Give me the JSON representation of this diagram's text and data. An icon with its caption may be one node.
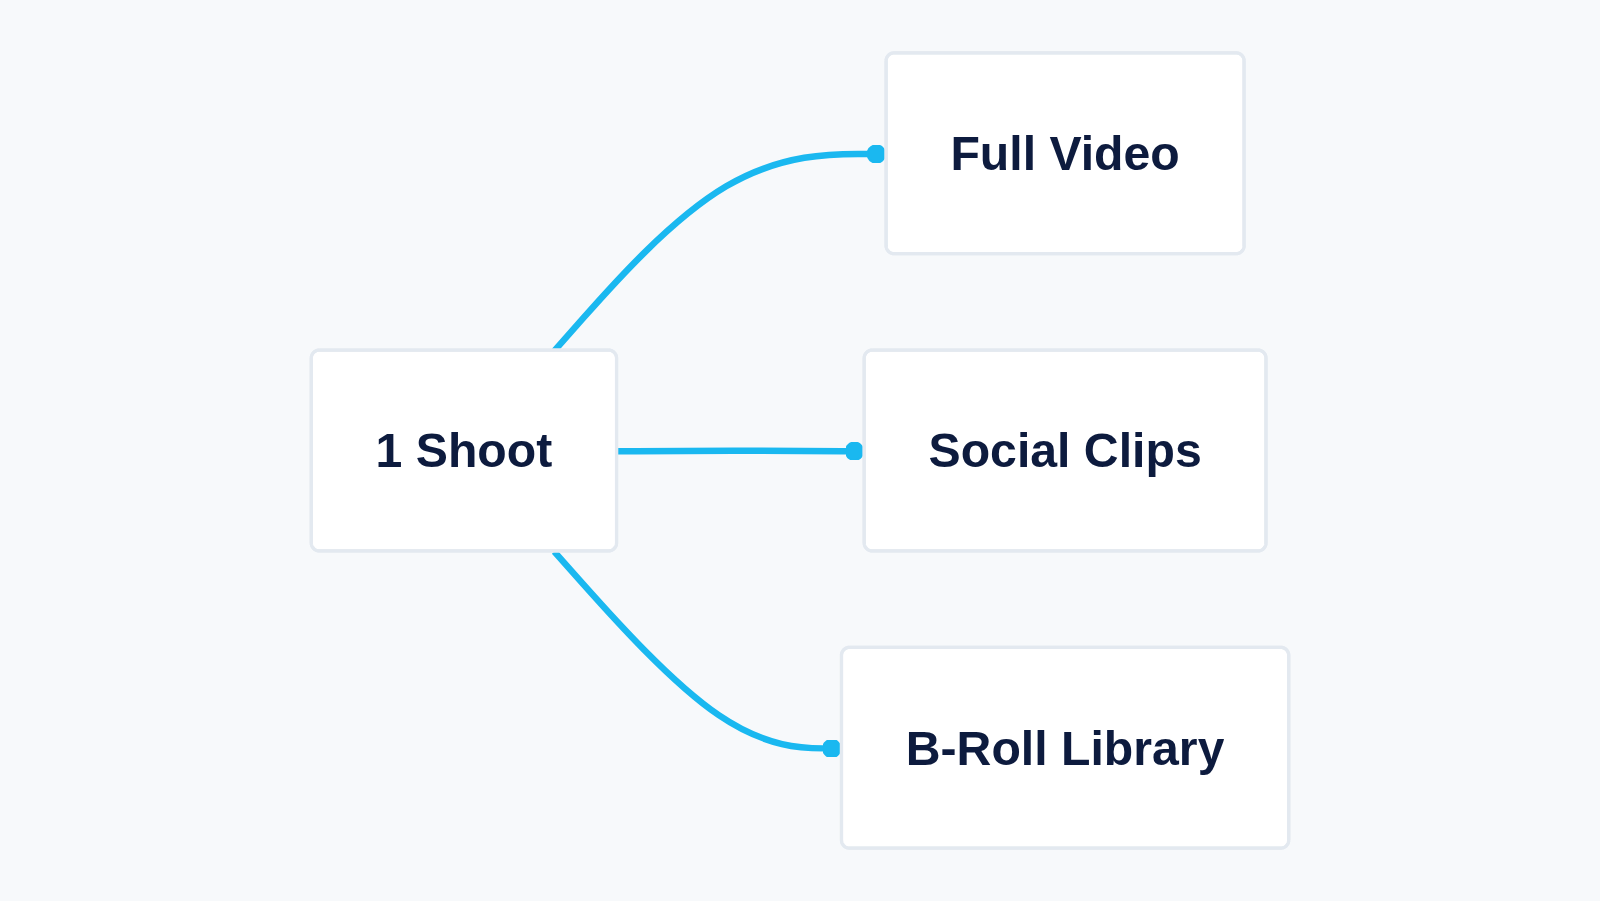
{
  "diagram": {
    "nodes": [
      {
        "text": [
          "1 Shoot"
        ]
      },
      {
        "text": [
          "Full Video"
        ]
      },
      {
        "text": [
          "Social Clips"
        ]
      },
      {
        "text": [
          "B-Roll Library"
        ]
      }
    ],
    "edges": [
      {
        "from": 0,
        "to": 1,
        "arrow": "other"
      },
      {
        "from": 0,
        "to": 2,
        "arrow": "other"
      },
      {
        "from": 0,
        "to": 3,
        "arrow": "other"
      }
    ]
  }
}
